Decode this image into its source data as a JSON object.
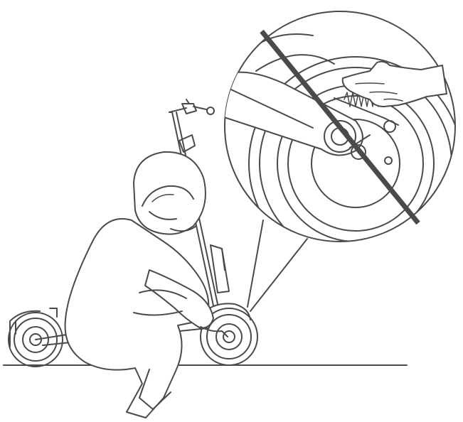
{
  "figure": {
    "ground_line": true,
    "zoom_callout": {
      "shape": "circle",
      "detail": "rear-wheel-brake-spring",
      "prohibition_slash": true
    },
    "subjects": [
      "person-squatting",
      "electric-scooter"
    ],
    "colors": {
      "stroke": "#4a4a4a",
      "background": "#ffffff",
      "prohibition_slash": "#4a4a4a"
    }
  }
}
